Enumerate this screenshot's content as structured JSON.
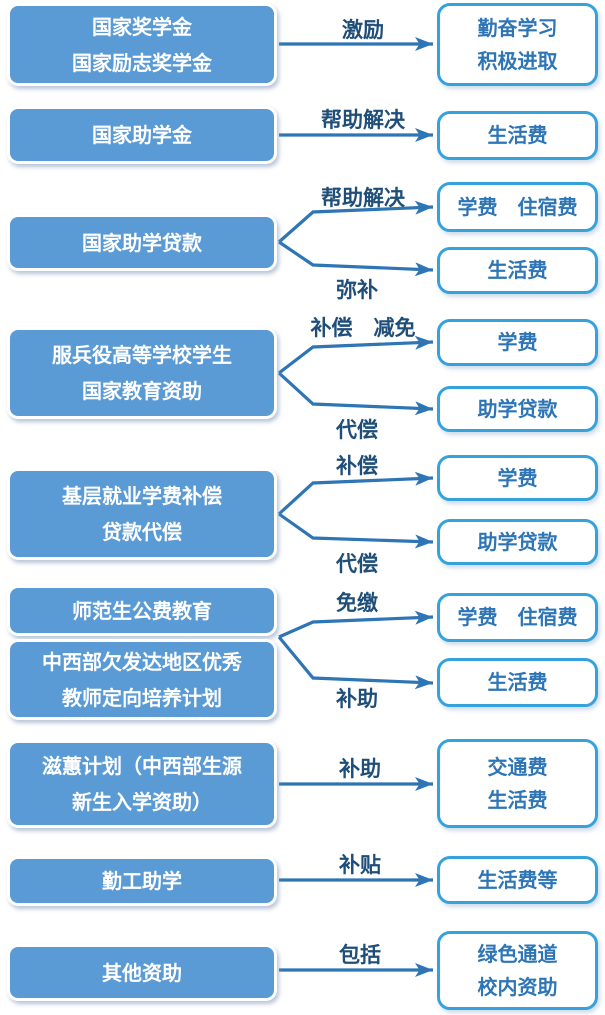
{
  "colors": {
    "background": "#FFFFFF",
    "left_box_fill": "#5B9BD5",
    "left_box_border": "#FFFFFF",
    "left_box_text": "#FFFFFF",
    "right_box_fill": "#FFFFFF",
    "right_box_border": "#35A2DC",
    "right_box_text": "#2E75B6",
    "arrow": "#2E75B6",
    "edge_label_text": "#1F4E79"
  },
  "diagram": {
    "left_nodes": [
      {
        "id": "L1",
        "lines": [
          "国家奖学金",
          "国家励志奖学金"
        ]
      },
      {
        "id": "L2",
        "lines": [
          "国家助学金"
        ]
      },
      {
        "id": "L3",
        "lines": [
          "国家助学贷款"
        ]
      },
      {
        "id": "L4",
        "lines": [
          "服兵役高等学校学生",
          "国家教育资助"
        ]
      },
      {
        "id": "L5",
        "lines": [
          "基层就业学费补偿",
          "贷款代偿"
        ]
      },
      {
        "id": "L6",
        "lines": [
          "师范生公费教育"
        ]
      },
      {
        "id": "L7",
        "lines": [
          "中西部欠发达地区优秀",
          "教师定向培养计划"
        ]
      },
      {
        "id": "L8",
        "lines": [
          "滋蕙计划（中西部生源",
          "新生入学资助）"
        ]
      },
      {
        "id": "L9",
        "lines": [
          "勤工助学"
        ]
      },
      {
        "id": "L10",
        "lines": [
          "其他资助"
        ]
      }
    ],
    "right_nodes": [
      {
        "id": "R1",
        "lines": [
          "勤奋学习",
          "积极进取"
        ]
      },
      {
        "id": "R2",
        "lines": [
          "生活费"
        ]
      },
      {
        "id": "R3",
        "lines": [
          "学费　住宿费"
        ]
      },
      {
        "id": "R4",
        "lines": [
          "生活费"
        ]
      },
      {
        "id": "R5",
        "lines": [
          "学费"
        ]
      },
      {
        "id": "R6",
        "lines": [
          "助学贷款"
        ]
      },
      {
        "id": "R7",
        "lines": [
          "学费"
        ]
      },
      {
        "id": "R8",
        "lines": [
          "助学贷款"
        ]
      },
      {
        "id": "R9",
        "lines": [
          "学费　住宿费"
        ]
      },
      {
        "id": "R10",
        "lines": [
          "生活费"
        ]
      },
      {
        "id": "R11",
        "lines": [
          "交通费",
          "生活费"
        ]
      },
      {
        "id": "R12",
        "lines": [
          "生活费等"
        ]
      },
      {
        "id": "R13",
        "lines": [
          "绿色通道",
          "校内资助"
        ]
      }
    ],
    "edges": [
      {
        "from": "L1",
        "to": "R1",
        "label": "激励"
      },
      {
        "from": "L2",
        "to": "R2",
        "label": "帮助解决"
      },
      {
        "from": "L3",
        "to": "R3",
        "label": "帮助解决"
      },
      {
        "from": "L3",
        "to": "R4",
        "label": "弥补"
      },
      {
        "from": "L4",
        "to": "R5",
        "label": "补偿　减免"
      },
      {
        "from": "L4",
        "to": "R6",
        "label": "代偿"
      },
      {
        "from": "L5",
        "to": "R7",
        "label": "补偿"
      },
      {
        "from": "L5",
        "to": "R8",
        "label": "代偿"
      },
      {
        "from": "L6+L7",
        "to": "R9",
        "label": "免缴"
      },
      {
        "from": "L6+L7",
        "to": "R10",
        "label": "补助"
      },
      {
        "from": "L8",
        "to": "R11",
        "label": "补助"
      },
      {
        "from": "L9",
        "to": "R12",
        "label": "补贴"
      },
      {
        "from": "L10",
        "to": "R13",
        "label": "包括"
      }
    ]
  }
}
